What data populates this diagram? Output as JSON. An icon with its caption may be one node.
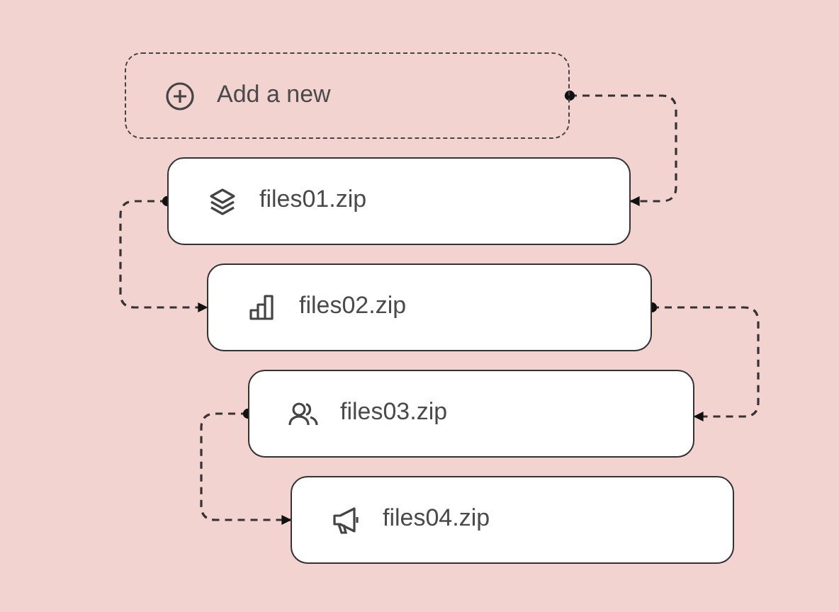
{
  "diagram": {
    "nodes": [
      {
        "text": [
          "Add a new"
        ]
      },
      {
        "text": [
          "files01.zip"
        ]
      },
      {
        "text": [
          "files02.zip"
        ]
      },
      {
        "text": [
          "files03.zip"
        ]
      },
      {
        "text": [
          "files04.zip"
        ]
      }
    ],
    "edges": [
      {
        "from": 0,
        "to": 1,
        "arrow": "to",
        "style": "dashed"
      },
      {
        "from": 1,
        "to": 2,
        "arrow": "to",
        "style": "dashed"
      },
      {
        "from": 2,
        "to": 3,
        "arrow": "to",
        "style": "dashed"
      },
      {
        "from": 3,
        "to": 4,
        "arrow": "to",
        "style": "dashed"
      }
    ]
  }
}
